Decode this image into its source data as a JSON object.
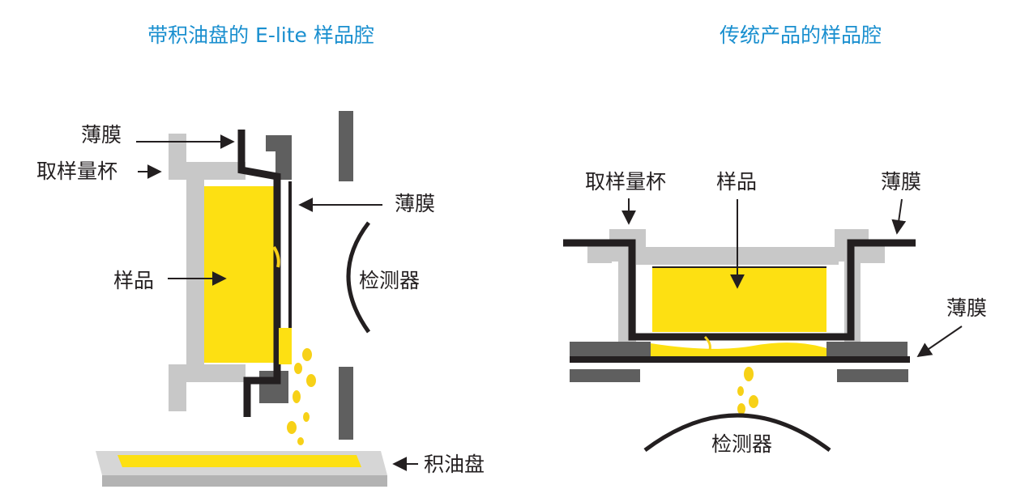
{
  "left_panel": {
    "title": "带积油盘的 E-lite 样品腔",
    "labels": {
      "film_top": "薄膜",
      "sample_cup": "取样量杯",
      "film_right": "薄膜",
      "sample": "样品",
      "detector": "检测器",
      "oil_tray": "积油盘"
    }
  },
  "right_panel": {
    "title": "传统产品的样品腔",
    "labels": {
      "sample_cup": "取样量杯",
      "sample": "样品",
      "film_top": "薄膜",
      "film_right": "薄膜",
      "detector": "检测器"
    }
  },
  "colors": {
    "title": "#1a8fcf",
    "text": "#231f20",
    "sample_yellow": "#fde012",
    "drop_yellow": "#f7d117",
    "cup_gray": "#c8c8c8",
    "holder_dark": "#5f5f5f",
    "film_black": "#231f20"
  }
}
